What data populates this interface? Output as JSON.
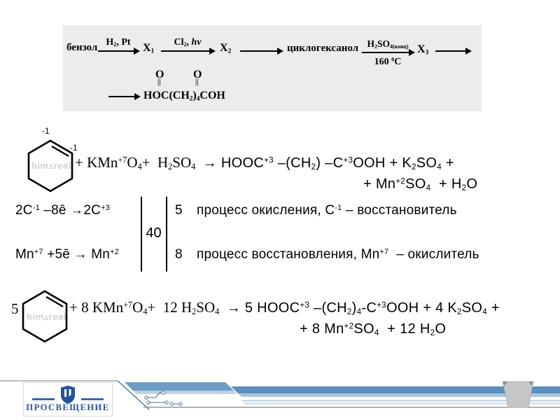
{
  "scheme_box": {
    "start": "бензол",
    "step1_label": [
      {
        "t": "H"
      },
      {
        "sub": "2"
      },
      {
        "t": ", Pt"
      }
    ],
    "x1": [
      {
        "t": "X"
      },
      {
        "sub": "1"
      }
    ],
    "step2_label": [
      {
        "t": "Cl"
      },
      {
        "sub": "2"
      },
      {
        "t": ", "
      },
      {
        "i": "hv"
      }
    ],
    "x2": [
      {
        "t": "X"
      },
      {
        "sub": "2"
      }
    ],
    "intermediate": "циклогексанол",
    "step4_top": [
      {
        "t": "H"
      },
      {
        "sub": "2"
      },
      {
        "t": "SO"
      },
      {
        "sub": "4(конц)"
      }
    ],
    "step4_bottom": [
      {
        "t": "160 "
      },
      {
        "sup": "0"
      },
      {
        "t": "C"
      }
    ],
    "x3": [
      {
        "t": "X"
      },
      {
        "sub": "3"
      }
    ],
    "product_formula": [
      {
        "t": "HOC(CH"
      },
      {
        "sub": "2"
      },
      {
        "t": ")"
      },
      {
        "sub": "4"
      },
      {
        "t": "COH"
      }
    ],
    "carbonyl_o1": "O",
    "carbonyl_o2": "O",
    "double_bond1": "||",
    "double_bond2": "||"
  },
  "equation1": {
    "charge_top": "-1",
    "charge_right": "-1",
    "lhs_serif": [
      {
        "t": "+ KMn"
      },
      {
        "sup": "+7"
      },
      {
        "t": "O"
      },
      {
        "sub": "4"
      },
      {
        "t": "+  H"
      },
      {
        "sub": "2"
      },
      {
        "t": "SO"
      },
      {
        "sub": "4"
      },
      {
        "t": "  "
      }
    ],
    "rhs_sans": [
      {
        "t": "→ HOOC"
      },
      {
        "sup": "+3"
      },
      {
        "t": " –(CH"
      },
      {
        "sub": "2"
      },
      {
        "t": ") –C"
      },
      {
        "sup": "+3"
      },
      {
        "t": "OOH + K"
      },
      {
        "sub": "2"
      },
      {
        "t": "SO"
      },
      {
        "sub": "4"
      },
      {
        "t": " +"
      }
    ],
    "line2": [
      {
        "t": "+ Mn"
      },
      {
        "sup": "+2"
      },
      {
        "t": "SO"
      },
      {
        "sub": "4"
      },
      {
        "t": "  + H"
      },
      {
        "sub": "2"
      },
      {
        "t": "O"
      }
    ]
  },
  "balance": {
    "ox_half": [
      {
        "t": "2C"
      },
      {
        "sup": "-1"
      },
      {
        "t": " –8ē →2C"
      },
      {
        "sup": "+3"
      }
    ],
    "red_half": [
      {
        "t": "Mn"
      },
      {
        "sup": "+7"
      },
      {
        "t": " +5ē → Mn"
      },
      {
        "sup": "+2"
      }
    ],
    "lcm": "40",
    "ox_coeff": "5",
    "red_coeff": "8",
    "ox_note": [
      {
        "t": "процесс окисления, C"
      },
      {
        "sup": "-1"
      },
      {
        "t": " – восстановитель"
      }
    ],
    "red_note": [
      {
        "t": "процесс восстановления, Mn"
      },
      {
        "sup": "+7"
      },
      {
        "t": "  – окислитель"
      }
    ]
  },
  "equation2": {
    "coeff": "5",
    "lhs_serif": [
      {
        "t": "+ 8 KMn"
      },
      {
        "sup": "+7"
      },
      {
        "t": "O"
      },
      {
        "sub": "4"
      },
      {
        "t": "+  12 H"
      },
      {
        "sub": "2"
      },
      {
        "t": "SO"
      },
      {
        "sub": "4"
      },
      {
        "t": "  "
      }
    ],
    "rhs_sans": [
      {
        "t": "→ 5 HOOC"
      },
      {
        "sup": "+3"
      },
      {
        "t": " –(CH"
      },
      {
        "sub": "2"
      },
      {
        "t": ")"
      },
      {
        "sub": "4"
      },
      {
        "t": "-C"
      },
      {
        "sup": "+3"
      },
      {
        "t": "OOH + 4 K"
      },
      {
        "sub": "2"
      },
      {
        "t": "SO"
      },
      {
        "sub": "4"
      },
      {
        "t": " +"
      }
    ],
    "line2": [
      {
        "t": "+ 8 Mn"
      },
      {
        "sup": "+2"
      },
      {
        "t": "SO"
      },
      {
        "sub": "4"
      },
      {
        "t": "  + 12 H"
      },
      {
        "sub": "2"
      },
      {
        "t": "O"
      }
    ]
  },
  "watermark": "him▵real",
  "footer": {
    "publisher": "ПРОСВЕЩЕНИЕ"
  },
  "colors": {
    "scheme_box_bg": "#ececec",
    "logo_blue": "#24549c",
    "stripe_blue": "#5b8fbc",
    "stripe_light_blue": "#a7c5dc",
    "slider_gray": "#c6c6c6"
  }
}
